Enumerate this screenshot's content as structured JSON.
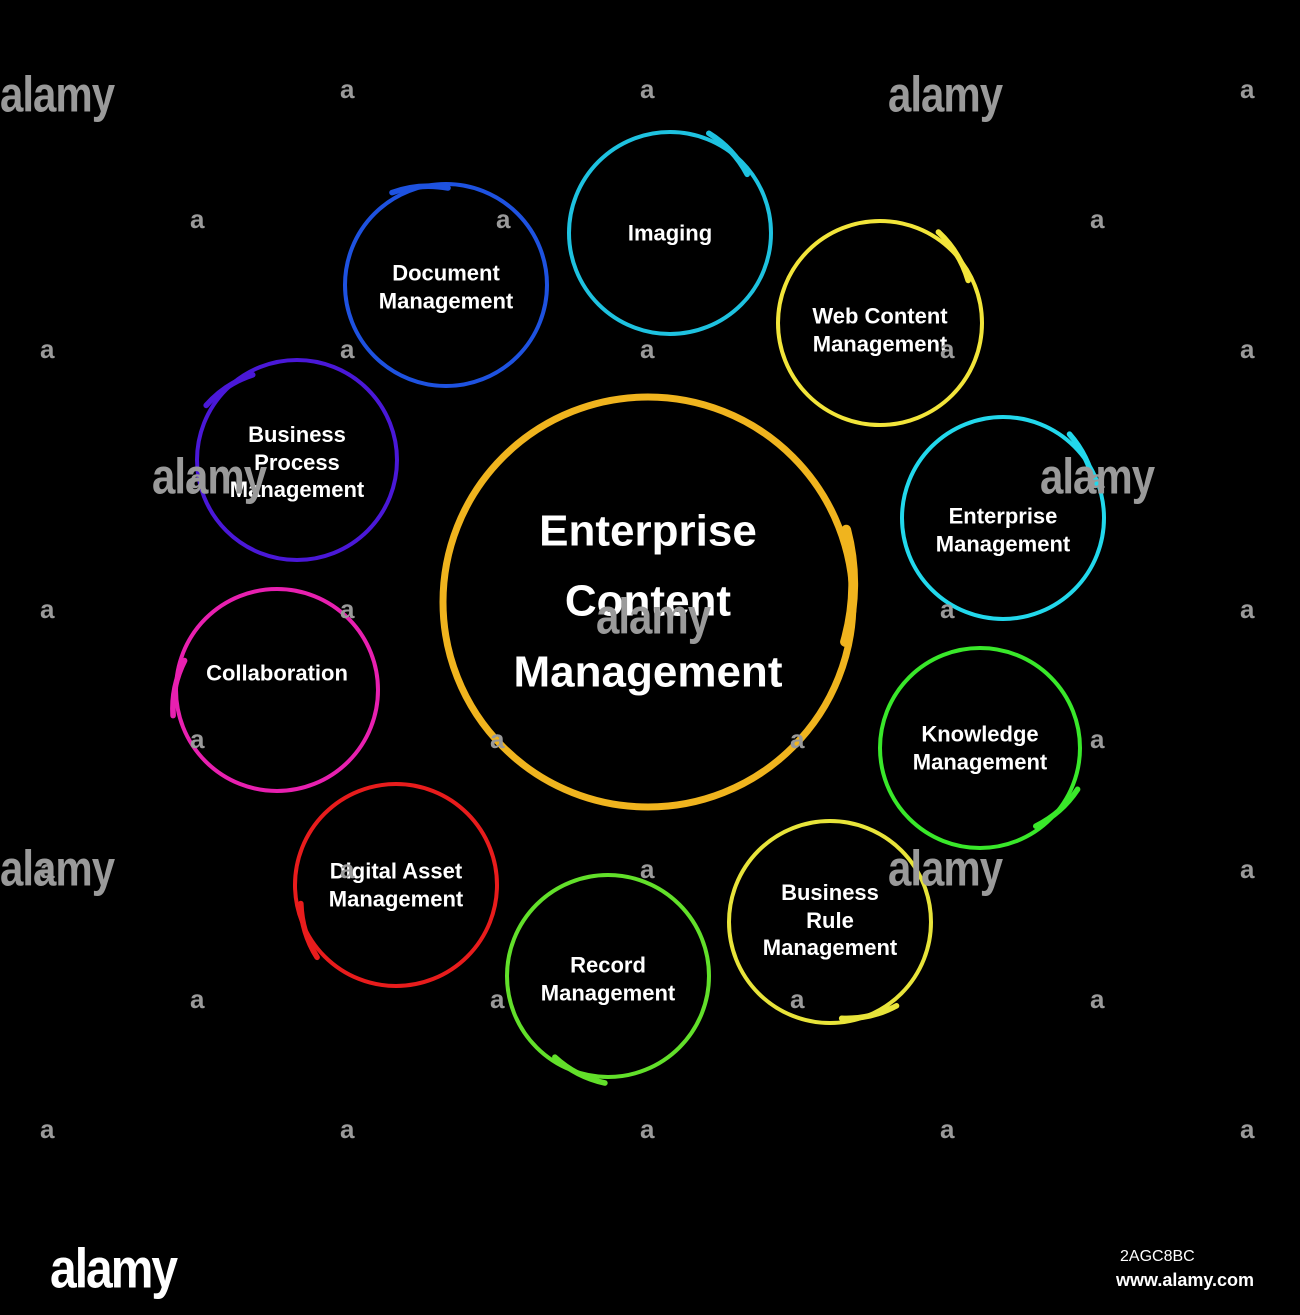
{
  "center": {
    "title": "Enterprise\nContent\nManagement",
    "color": "#f0b41e"
  },
  "nodes": [
    {
      "id": "imaging",
      "label": "Imaging",
      "color": "#1ec2e0"
    },
    {
      "id": "web-content-management",
      "label": "Web Content\nManagement",
      "color": "#f2e53a"
    },
    {
      "id": "enterprise-management",
      "label": "Enterprise\nManagement",
      "color": "#22d8ec"
    },
    {
      "id": "knowledge-management",
      "label": "Knowledge\nManagement",
      "color": "#39e82a"
    },
    {
      "id": "business-rule-management",
      "label": "Business\nRule\nManagement",
      "color": "#e8e43a"
    },
    {
      "id": "record-management",
      "label": "Record\nManagement",
      "color": "#62e02a"
    },
    {
      "id": "digital-asset-management",
      "label": "Digital Asset\nManagement",
      "color": "#e81c1c"
    },
    {
      "id": "collaboration",
      "label": "Collaboration",
      "color": "#e820b0"
    },
    {
      "id": "business-process-management",
      "label": "Business\nProcess\nManagement",
      "color": "#4a18d8"
    },
    {
      "id": "document-management",
      "label": "Document\nManagement",
      "color": "#1e52e0"
    }
  ],
  "watermark": {
    "brand": "alamy",
    "letter": "a"
  },
  "footer": {
    "logo": "alamy",
    "image_id": "2AGC8BC",
    "url": "www.alamy.com"
  }
}
